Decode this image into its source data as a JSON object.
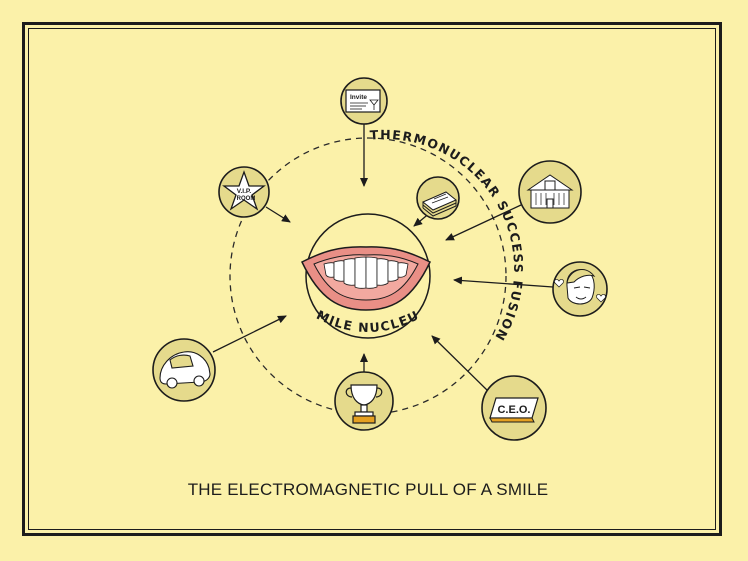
{
  "title": "THE ELECTROMAGNETIC PULL OF A SMILE",
  "nucleus_label": "SMILE NUCLEUS",
  "orbit_label": "THERMONUCLEAR SUCCESS FUSION",
  "icons": {
    "invite_text": "Invite",
    "vip_line1": "V.I.P.",
    "vip_line2": "ROOM",
    "ceo_text": "C.E.O."
  },
  "nodes": [
    {
      "name": "invite",
      "icon": "invite-card-icon"
    },
    {
      "name": "vip-room",
      "icon": "vip-star-icon"
    },
    {
      "name": "money",
      "icon": "cash-stack-icon"
    },
    {
      "name": "mansion",
      "icon": "mansion-icon"
    },
    {
      "name": "admirer",
      "icon": "admiring-woman-icon"
    },
    {
      "name": "ceo",
      "icon": "ceo-nameplate-icon"
    },
    {
      "name": "trophy",
      "icon": "trophy-icon"
    },
    {
      "name": "car",
      "icon": "car-icon"
    }
  ],
  "colors": {
    "background": "#fbf1a9",
    "node_fill": "#e5da8c",
    "ink": "#1c1c1c",
    "lips": "#e98f86",
    "gums": "#f2a9a0"
  }
}
